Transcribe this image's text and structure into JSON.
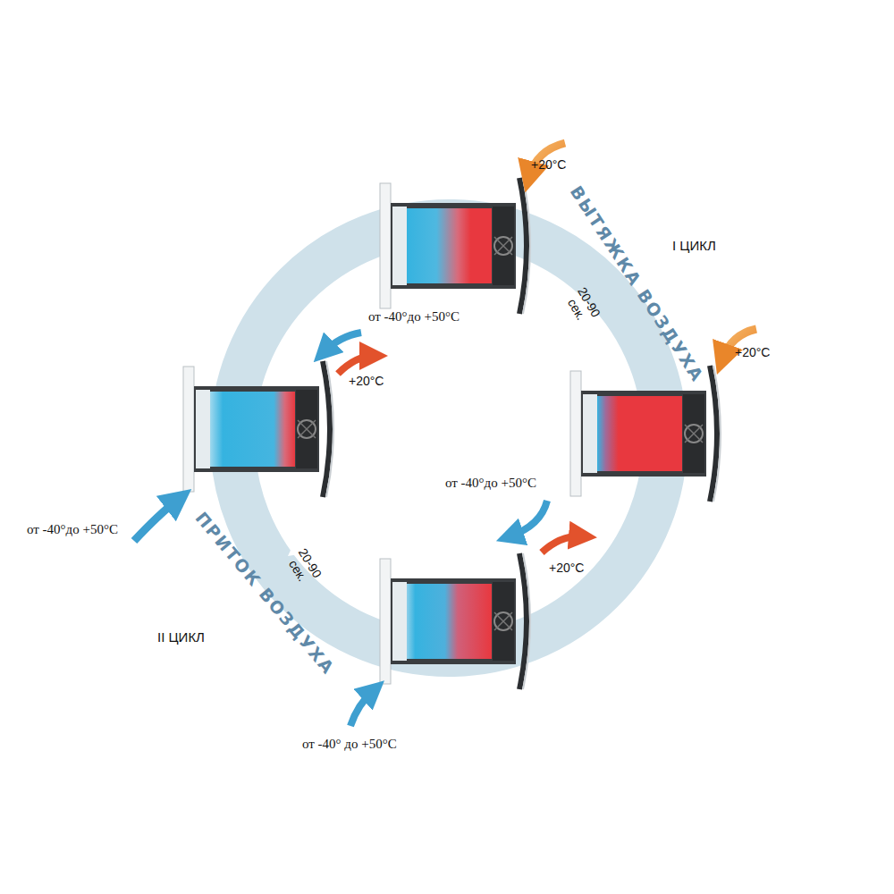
{
  "diagram": {
    "labels": [
      "+20°C",
      "ВЫТЯЖКА ВОЗДУХА",
      "I ЦИКЛ",
      "20-90 сек.",
      "от -40°до +50°С",
      "+20°C",
      "+20°С",
      "от -40°до +50°С",
      "от -40°до +50°С",
      "ПРИТОК ВОЗДУХА",
      "20-90 сек.",
      "+20°С",
      "II ЦИКЛ",
      "от -40° до +50°С"
    ]
  }
}
